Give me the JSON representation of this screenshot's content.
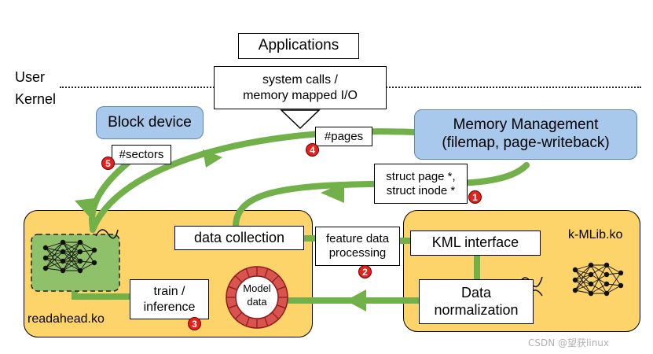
{
  "boundary": {
    "user_label": "User",
    "kernel_label": "Kernel"
  },
  "applications": {
    "label": "Applications"
  },
  "syscalls": {
    "line1": "system calls /",
    "line2": "memory mapped I/O"
  },
  "block_device": {
    "label": "Block device"
  },
  "memory_management": {
    "line1": "Memory Management",
    "line2": "(filemap, page-writeback)"
  },
  "tags": {
    "sectors": "#sectors",
    "pages": "#pages",
    "struct_line1": "struct page *,",
    "struct_line2": "struct inode *",
    "feature_line1": "feature data",
    "feature_line2": "processing"
  },
  "readahead_module": {
    "name": "readahead.ko",
    "data_collection": "data collection",
    "train_line1": "train /",
    "train_line2": "inference",
    "model_line1": "Model",
    "model_line2": "data"
  },
  "kml_module": {
    "name": "k-MLib.ko",
    "kml_interface": "KML interface",
    "norm_line1": "Data",
    "norm_line2": "normalization"
  },
  "badges": [
    "1",
    "2",
    "3",
    "4",
    "5"
  ],
  "watermark": "CSDN @望获linux",
  "colors": {
    "flow": "#72b04a",
    "module": "#fcd46a",
    "blue_box": "#a8c8ec",
    "badge": "#e8201c",
    "ring": "#d9534f"
  }
}
